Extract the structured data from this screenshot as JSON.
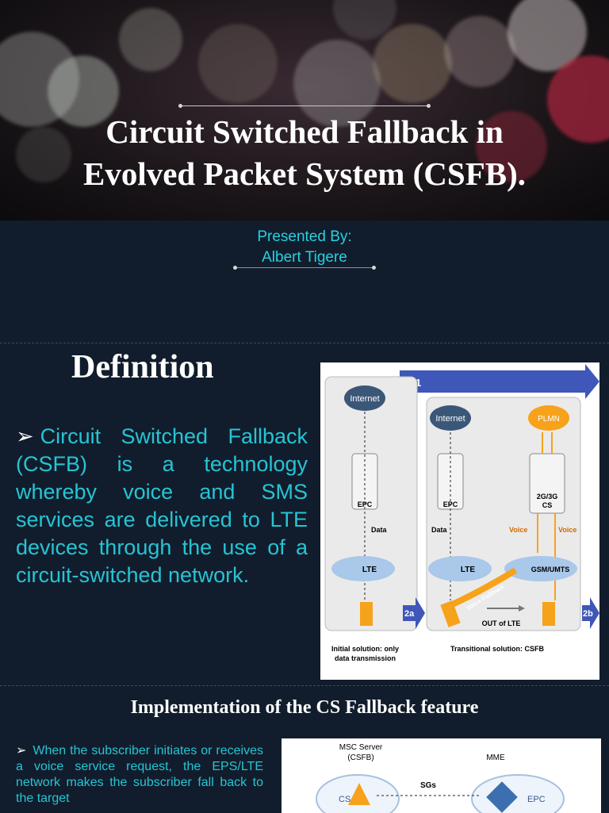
{
  "slide1": {
    "title_line1": "Circuit Switched Fallback in",
    "title_line2": "Evolved Packet System (CSFB).",
    "presented_by": "Presented By:",
    "presenter": "Albert Tigere"
  },
  "slide2": {
    "heading": "Definition",
    "bullet": "Circuit Switched Fallback (CSFB) is a technology whereby voice and SMS services are delivered to LTE devices through the use of a circuit-switched network.",
    "diagram": {
      "step1": "1",
      "step2a": "2a",
      "step2b": "2b",
      "internet": "Internet",
      "plmn": "PLMN",
      "epc": "EPC",
      "cs": "2G/3G",
      "cs2": "CS",
      "data": "Data",
      "voice": "Voice",
      "lte": "LTE",
      "gsm": "GSM/UMTS",
      "voice_fallback": "Voice Fallback",
      "out_of_lte": "OUT of LTE",
      "caption_left_1": "Initial solution: only",
      "caption_left_2": "data transmission",
      "caption_right": "Transitional solution: CSFB"
    }
  },
  "slide3": {
    "heading": "Implementation of the CS Fallback feature",
    "bullet": "When the subscriber initiates or receives a voice service request, the EPS/LTE network makes the subscriber fall back to the target",
    "diagram": {
      "msc_1": "MSC Server",
      "msc_2": "(CSFB)",
      "mme": "MME",
      "sgs": "SGs",
      "cs": "CS",
      "epc": "EPC"
    }
  },
  "colors": {
    "accent": "#27c4d4",
    "background": "#111d2c",
    "arrow_blue": "#3f57b8"
  }
}
